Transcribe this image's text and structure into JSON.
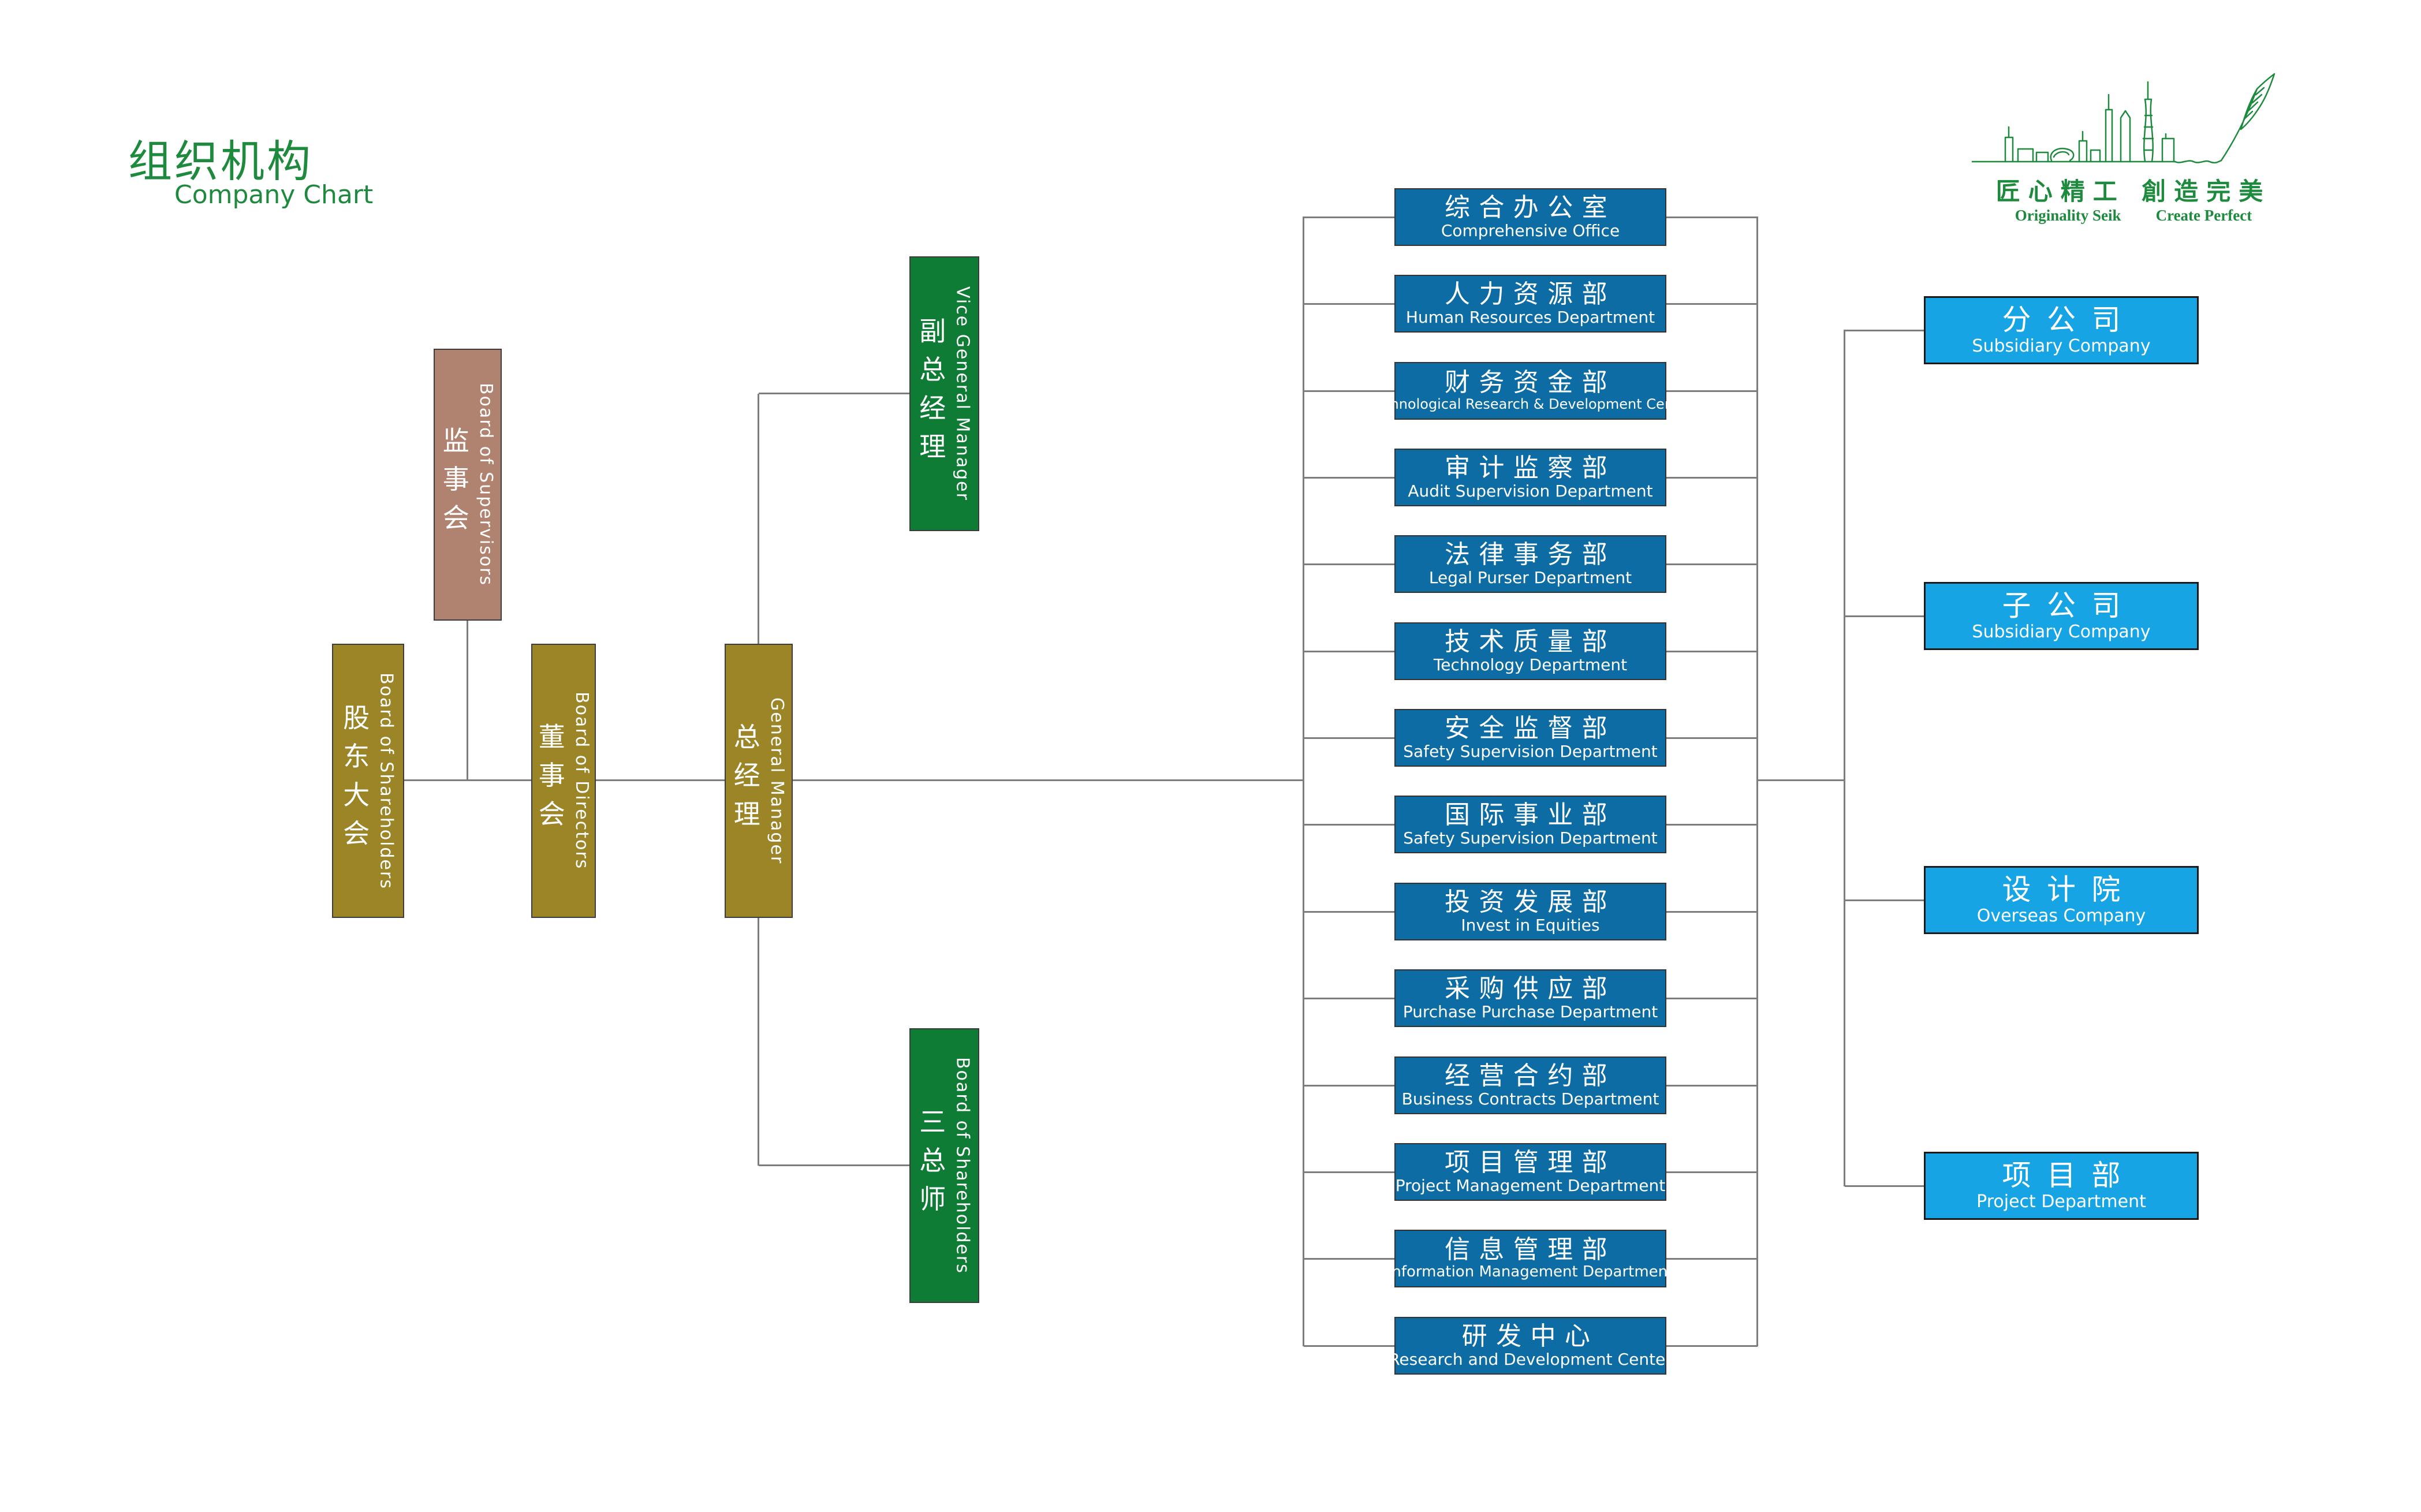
{
  "palette": {
    "brand_green": "#1d8a3d",
    "box_dark_green": "#0e7c34",
    "box_gold": "#9b8527",
    "box_rose": "#b08270",
    "box_blue": "#0d6ca3",
    "box_cyan": "#16a4e4",
    "line_gray": "#7d7d7d"
  },
  "title": {
    "zh": "组织机构",
    "en": "Company Chart"
  },
  "logo": {
    "slogan_zh": "匠心精工 創造完美",
    "slogan_en_left": "Originality Seik",
    "slogan_en_right": "Create Perfect"
  },
  "governance": {
    "supervisors": {
      "zh": "监事会",
      "en": "Board of Supervisors"
    },
    "shareholders": {
      "zh": "股东大会",
      "en": "Board of Shareholders"
    },
    "directors": {
      "zh": "董事会",
      "en": "Board of Directors"
    },
    "general_manager": {
      "zh": "总经理",
      "en": "General Manager"
    },
    "vice_general_manager": {
      "zh": "副总经理",
      "en": "Vice General Manager"
    },
    "three_chiefs": {
      "zh": "三总师",
      "en": "Board of Shareholders"
    }
  },
  "departments": [
    {
      "zh": "综合办公室",
      "en": "Comprehensive Office"
    },
    {
      "zh": "人力资源部",
      "en": "Human Resources Department"
    },
    {
      "zh": "财务资金部",
      "en": "Technological Research & Development Center"
    },
    {
      "zh": "审计监察部",
      "en": "Audit Supervision Department"
    },
    {
      "zh": "法律事务部",
      "en": "Legal Purser Department"
    },
    {
      "zh": "技术质量部",
      "en": "Technology Department"
    },
    {
      "zh": "安全监督部",
      "en": "Safety Supervision Department"
    },
    {
      "zh": "国际事业部",
      "en": "Safety Supervision Department"
    },
    {
      "zh": "投资发展部",
      "en": "Invest in Equities"
    },
    {
      "zh": "采购供应部",
      "en": "Purchase Purchase Department"
    },
    {
      "zh": "经营合约部",
      "en": "Business Contracts Department"
    },
    {
      "zh": "项目管理部",
      "en": "Project Management Department"
    },
    {
      "zh": "信息管理部",
      "en": "Information Management Department"
    },
    {
      "zh": "研发中心",
      "en": "Research and Development Center"
    }
  ],
  "subsidiaries": [
    {
      "zh": "分公司",
      "en": "Subsidiary Company"
    },
    {
      "zh": "子公司",
      "en": "Subsidiary Company"
    },
    {
      "zh": "设计院",
      "en": "Overseas Company"
    },
    {
      "zh": "项目部",
      "en": "Project Department"
    }
  ]
}
